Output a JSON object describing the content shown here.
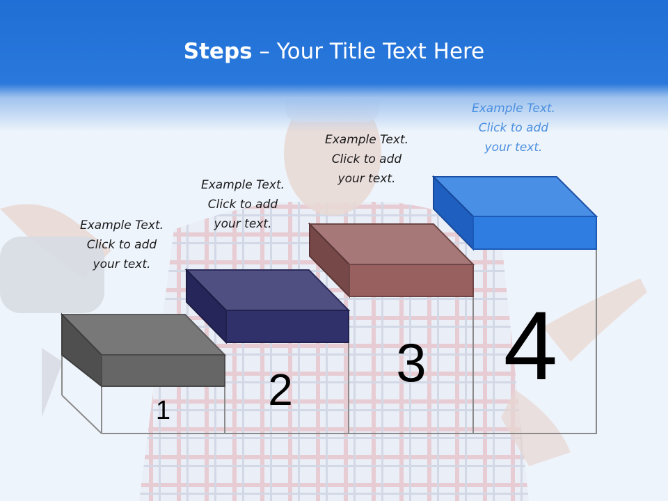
{
  "title": {
    "bold": "Steps",
    "rest": " – Your Title Text Here"
  },
  "steps": [
    {
      "number": "1",
      "color": "#6e6e6e",
      "caption": [
        "Example Text.",
        "Click  to add",
        "your text."
      ]
    },
    {
      "number": "2",
      "color": "#3a3a78",
      "caption": [
        "Example Text.",
        "Click  to add",
        "your text."
      ]
    },
    {
      "number": "3",
      "color": "#a06666",
      "caption": [
        "Example Text.",
        "Click  to add",
        "your text."
      ]
    },
    {
      "number": "4",
      "color": "#2f7de0",
      "caption": [
        "Example Text.",
        "Click  to add",
        "your text."
      ]
    }
  ],
  "colors": {
    "header": "#1f6fd6",
    "title_text": "#ffffff",
    "caption_highlight": "#4a8fe0"
  },
  "background_image": "person-with-jigsaw-photo"
}
